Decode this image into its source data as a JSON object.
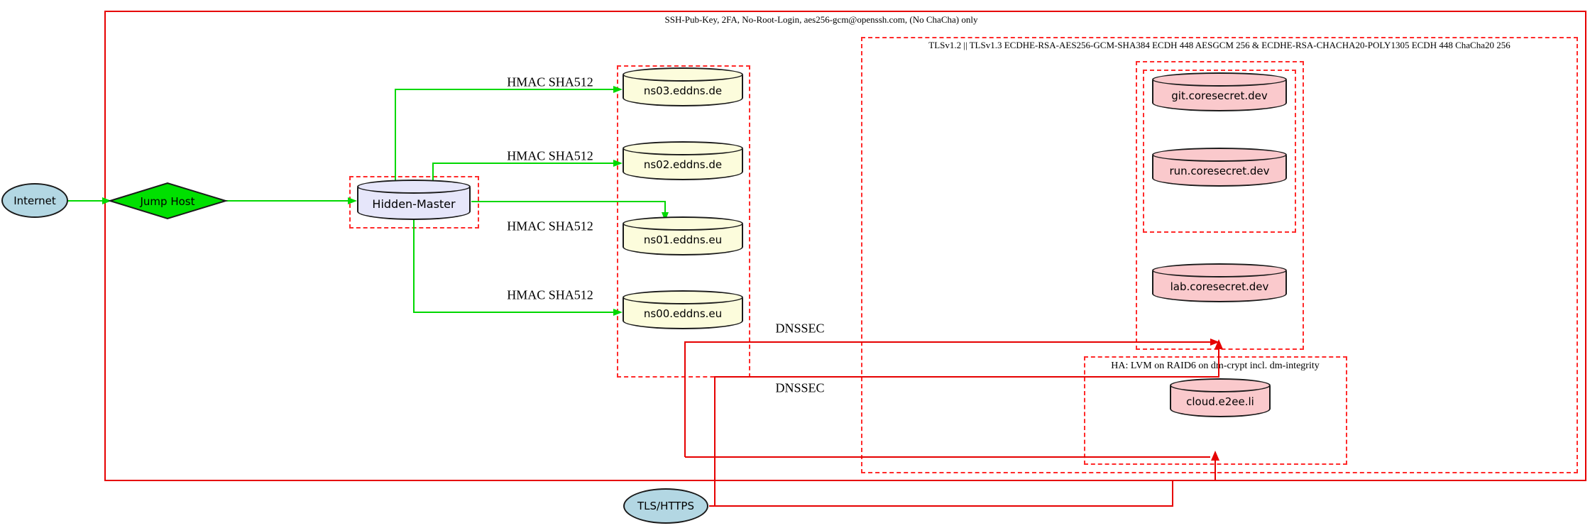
{
  "diagram": {
    "clusters": {
      "ssh_label": "SSH-Pub-Key, 2FA, No-Root-Login, aes256-gcm@openssh.com, (No ChaCha) only",
      "tls_label": "TLSv1.2 || TLSv1.3 ECDHE-RSA-AES256-GCM-SHA384 ECDH 448 AESGCM 256 & ECDHE-RSA-CHACHA20-POLY1305 ECDH 448 ChaCha20 256",
      "ha_label": "HA: LVM on RAID6 on dm-crypt incl. dm-integrity"
    },
    "nodes": {
      "internet": "Internet",
      "jump_host": "Jump Host",
      "hidden_master": "Hidden-Master",
      "ns03": "ns03.eddns.de",
      "ns02": "ns02.eddns.de",
      "ns01": "ns01.eddns.eu",
      "ns00": "ns00.eddns.eu",
      "git": "git.coresecret.dev",
      "run": "run.coresecret.dev",
      "lab": "lab.coresecret.dev",
      "cloud": "cloud.e2ee.li",
      "tls_https": "TLS/HTTPS"
    },
    "edge_labels": {
      "hmac": [
        "HMAC SHA512",
        "HMAC SHA512",
        "HMAC SHA512",
        "HMAC SHA512"
      ],
      "dnssec": [
        "DNSSEC",
        "DNSSEC"
      ]
    },
    "colors": {
      "edge_green": "#00d800",
      "edge_red": "#e60000",
      "cluster_dashed_red": "#ff2a2a",
      "node_lightblue": "#b3d7e3",
      "node_green": "#00e000",
      "node_lavender": "#e6e6fa",
      "node_lightyellow": "#fcfcdc",
      "node_pink": "#fac9cc"
    }
  }
}
